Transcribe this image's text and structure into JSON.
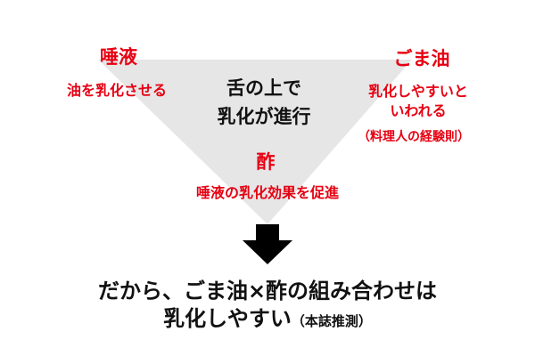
{
  "colors": {
    "accent": "#e60012",
    "triangle": "#e6e6e7",
    "text": "#111111"
  },
  "saliva": {
    "title": "唾液",
    "desc": "油を乳化させる"
  },
  "sesame_oil": {
    "title": "ごま油",
    "desc_line1": "乳化しやすいと",
    "desc_line2": "いわれる",
    "note": "（料理人の経験則）"
  },
  "center": {
    "line1": "舌の上で",
    "line2": "乳化が進行"
  },
  "vinegar": {
    "title": "酢",
    "desc": "唾液の乳化効果を促進"
  },
  "conclusion": {
    "line1": "だから、ごま油×酢の組み合わせは",
    "line2": "乳化しやすい",
    "note": "（本誌推測）"
  }
}
